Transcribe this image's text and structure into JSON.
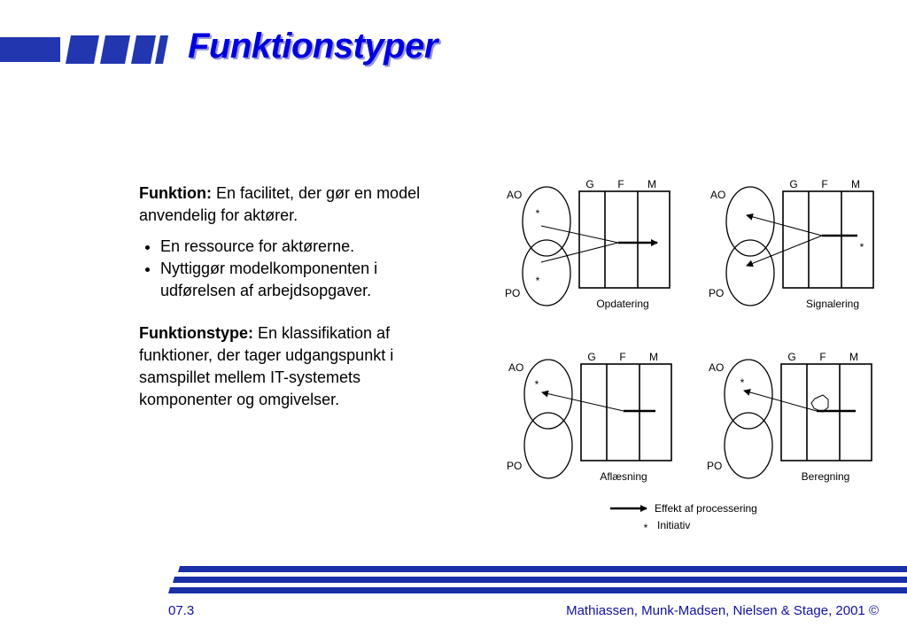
{
  "title": "Funktionstyper",
  "definitions": [
    {
      "term": "Funktion:",
      "text": " En facilitet, der gør en model anvendelig for aktører."
    },
    {
      "term": "Funktionstype:",
      "text": " En klassifikation af funktioner, der tager udgangspunkt i samspillet mellem IT-systemets komponenter og omgivelser."
    }
  ],
  "bullets": [
    "En ressource for aktørerne.",
    "Nyttiggør modelkomponenten i udførelsen af arbejdsopgaver."
  ],
  "diagram": {
    "columns": [
      "G",
      "F",
      "M"
    ],
    "ao": "AO",
    "po": "PO",
    "star": "*",
    "panels": [
      {
        "name": "Opdatering"
      },
      {
        "name": "Signalering"
      },
      {
        "name": "Aflæsning"
      },
      {
        "name": "Beregning"
      }
    ],
    "legend": {
      "arrow_label": "Effekt af processering",
      "star_symbol": "*",
      "star_label": "Initiativ"
    }
  },
  "footer": {
    "slide_number": "07.3",
    "credit": "Mathiassen, Munk-Madsen, Nielsen & Stage, 2001 ©"
  },
  "colors": {
    "accent": "#0000e0",
    "footer_blue": "#1a2fa8"
  }
}
